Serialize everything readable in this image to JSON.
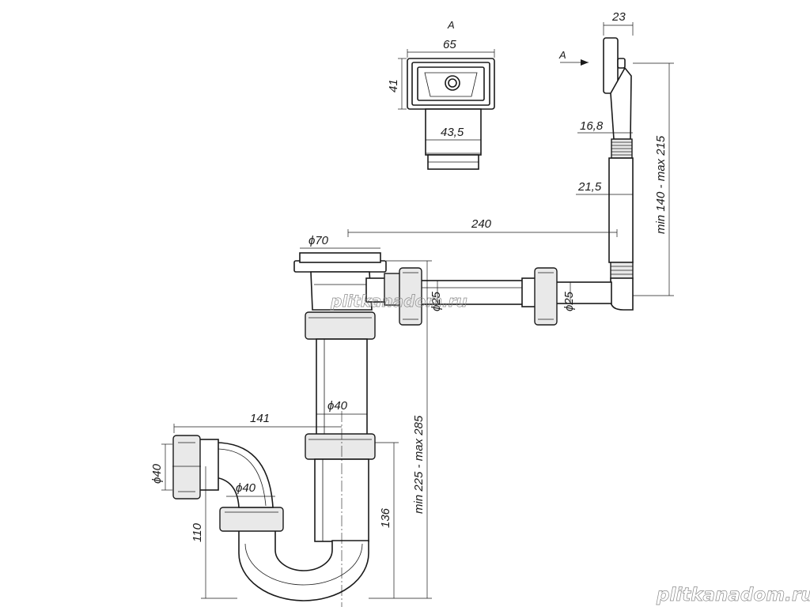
{
  "view_label": "А",
  "view_arrow_label": "А",
  "dimensions": {
    "overflow_width": "65",
    "overflow_height": "41",
    "overflow_neck": "43,5",
    "overflow_side_width": "23",
    "overflow_tube_upper": "16,8",
    "overflow_tube_lower": "21,5",
    "overflow_length": "240",
    "drain_grate": "ϕ70",
    "overflow_pipe_left": "ϕ25",
    "overflow_pipe_right": "ϕ25",
    "vertical_pipe": "ϕ40",
    "outlet_offset": "141",
    "outlet_diameter": "ϕ40",
    "trap_diameter": "ϕ40",
    "outlet_height": "110",
    "trap_height": "136",
    "total_height": "min 225 - max 285",
    "overflow_height_range": "min 140 - max 215"
  },
  "watermarks": {
    "center": "plitkanadom.ru",
    "corner": "plitkanadom.ru"
  }
}
